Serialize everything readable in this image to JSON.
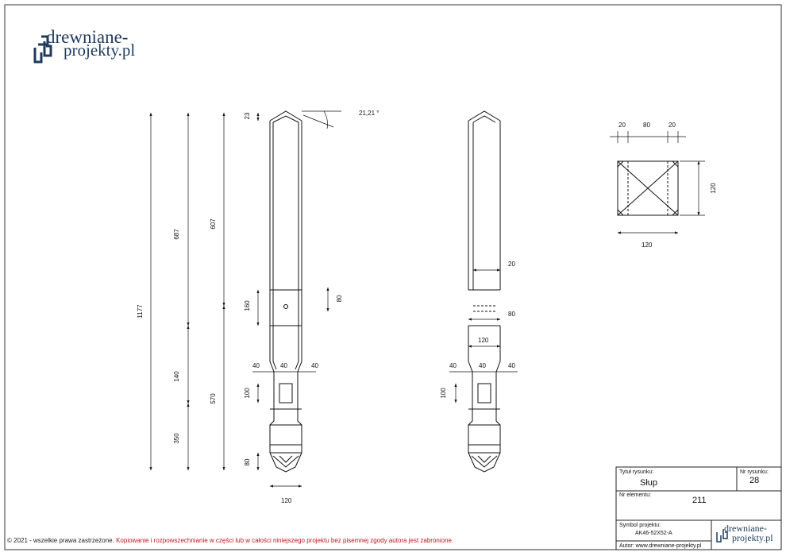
{
  "logo": {
    "line1": "drewniane-",
    "line2": "projekty.pl"
  },
  "dimensions": {
    "angle": "21,21 °",
    "top_chamfer": "23",
    "total_height": "1177",
    "upper_687": "687",
    "upper_607": "607",
    "lower_140": "140",
    "lower_570": "570",
    "base_350": "350",
    "connector_160": "160",
    "slot_80": "80",
    "foot_80": "80",
    "left_tenon_40a": "40",
    "left_tenon_40b": "40",
    "left_tenon_40c": "40",
    "left_mortise_100": "100",
    "left_bottom_width": "120",
    "side_20": "20",
    "side_80": "80",
    "side_120": "120",
    "side_tenon_40a": "40",
    "side_tenon_40b": "40",
    "side_tenon_40c": "40",
    "side_mortise_100": "100",
    "section_20a": "20",
    "section_80": "80",
    "section_20b": "20",
    "section_height": "120",
    "section_width": "120"
  },
  "title_block": {
    "drawing_title_label": "Tytuł rysunku:",
    "drawing_title": "Słup",
    "drawing_no_label": "Nr rysunku:",
    "drawing_no": "28",
    "element_no_label": "Nr elementu:",
    "element_no": "211",
    "project_symbol_label": "Symbol projektu:",
    "project_symbol": "AK46-52X52-A",
    "author": "Autor: www.drewniane-projekty.pl",
    "logo_line1": "drewniane-",
    "logo_line2": "projekty.pl"
  },
  "footer": {
    "copyright": "© 2021 - wszelkie prawa zastrzeżone.",
    "notice": "Kopiowanie i rozpowszechnianie w części lub w całości niniejszego projektu bez pisemnej zgody autora jest zabronione."
  }
}
